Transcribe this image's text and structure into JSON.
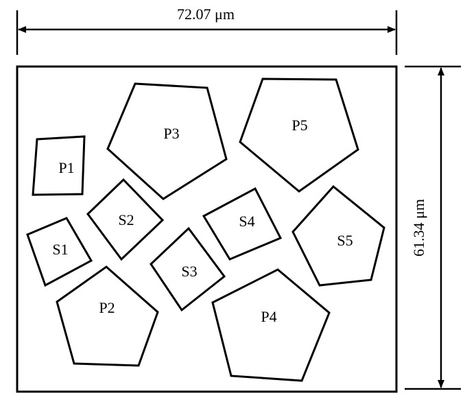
{
  "dimensions": {
    "width_label": "72.07 μm",
    "height_label": "61.34 μm"
  },
  "shapes": {
    "P1": "P1",
    "P2": "P2",
    "P3": "P3",
    "P4": "P4",
    "P5": "P5",
    "S1": "S1",
    "S2": "S2",
    "S3": "S3",
    "S4": "S4",
    "S5": "S5"
  }
}
